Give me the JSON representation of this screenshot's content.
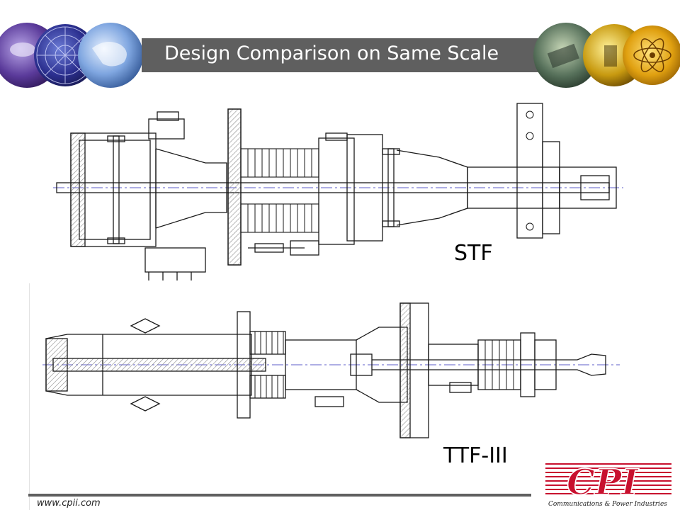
{
  "header": {
    "title": "Design Comparison on Same Scale"
  },
  "drawings": {
    "stf_label": "STF",
    "ttf_label": "TTF-III"
  },
  "footer": {
    "url": "www.cpii.com",
    "logo_text": "CPI",
    "logo_subtitle": "Communications & Power Industries"
  },
  "colors": {
    "accent": "#c8102e",
    "title_bar": "#5f5f5f",
    "drawing_line": "#1a1a1a",
    "axis_line": "#5c5cc8",
    "hatch": "#888888"
  },
  "icons": [
    "satellite-dish-photo-icon",
    "radar-grid-photo-icon",
    "earth-globe-photo-icon",
    "equipment-photo-icon",
    "tube-photo-icon",
    "atom-photo-icon"
  ]
}
